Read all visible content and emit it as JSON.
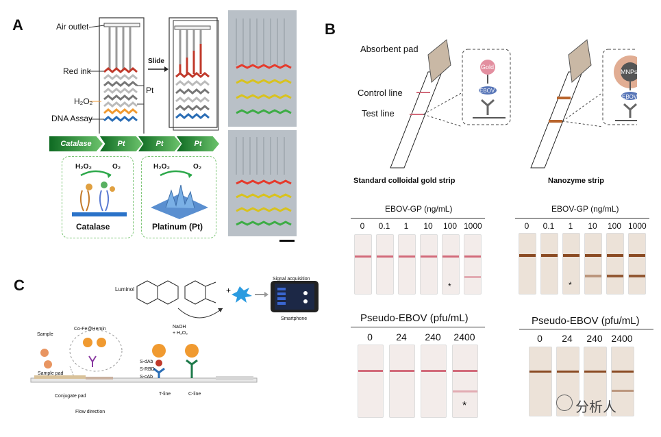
{
  "panel_a": {
    "letter": "A",
    "labels": {
      "air_outlet": "Air outlet",
      "red_ink": "Red ink",
      "h2o2": "H₂O₂",
      "dna_assay": "DNA Assay",
      "pt": "Pt",
      "slide": "Slide"
    },
    "cascade": [
      "Catalase",
      "Pt",
      "Pt",
      "Pt"
    ],
    "inset_left": {
      "reactant": "H₂O₂",
      "product": "O₂",
      "caption": "Catalase"
    },
    "inset_right": {
      "reactant": "H₂O₂",
      "product": "O₂",
      "caption": "Platinum (Pt)"
    }
  },
  "panel_b": {
    "letter": "B",
    "labels": {
      "absorbent_pad": "Absorbent pad",
      "control_line": "Control line",
      "test_line": "Test line",
      "gold": "Gold",
      "ebov": "EBOV",
      "mnps": "MNPs",
      "caption_left": "Standard colloidal gold strip",
      "caption_right": "Nanozyme strip"
    },
    "ebov_gp": {
      "title": "EBOV-GP (ng/mL)",
      "concentrations": [
        "0",
        "0.1",
        "1",
        "10",
        "100",
        "1000"
      ],
      "star_left_index": 4,
      "star_right_index": 2
    },
    "pseudo": {
      "title": "Pseudo-EBOV (pfu/mL)",
      "concentrations": [
        "0",
        "24",
        "240",
        "2400"
      ],
      "star_left_index": 3
    },
    "star": "*"
  },
  "panel_c": {
    "letter": "C",
    "labels": {
      "luminol": "Luminol",
      "naoh": "NaOH",
      "h2o2": "+ H₂O₂",
      "signal": "Signal acquisition",
      "smartphone": "Smartphone",
      "sample": "Sample",
      "cofe": "Co-Fe@Hemin",
      "sdab": "S-dAb",
      "srbd": "S-RBD",
      "scab": "S-cAb",
      "sample_pad": "Sample pad",
      "conjugate_pad": "Conjugate pad",
      "tline": "T-line",
      "cline": "C-line",
      "flow": "Flow direction"
    }
  },
  "watermark": {
    "text": "分析人"
  },
  "colors": {
    "red_band": "#d26a7a",
    "brown_band": "#8a4a22",
    "green_dark": "#1e7a2e",
    "green_light": "#7cc576",
    "dash_green": "#7cc576",
    "orange": "#f09a30"
  }
}
